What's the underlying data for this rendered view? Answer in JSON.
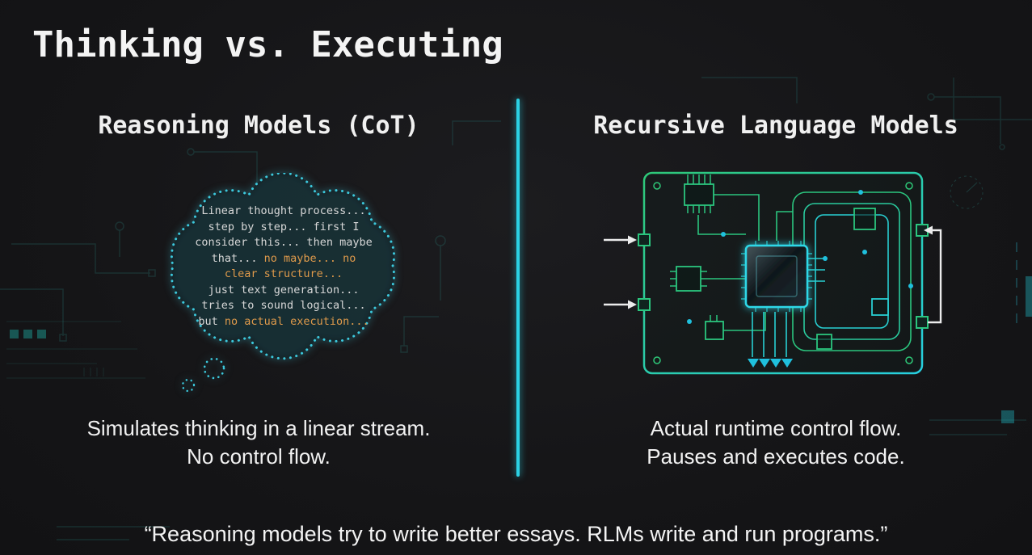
{
  "slide": {
    "title": "Thinking vs. Executing",
    "left": {
      "heading": "Reasoning Models (CoT)",
      "cloud": {
        "l1": "Linear thought process...",
        "l2": "step by step... first I",
        "l3": "consider this... then maybe",
        "l4a": "that... ",
        "l4b": "no maybe... no",
        "l5": "clear structure...",
        "l6": "just text generation...",
        "l7": "tries to sound logical...",
        "l8a": "but ",
        "l8b": "no actual execution..."
      },
      "caption_line1": "Simulates thinking in a linear stream.",
      "caption_line2": "No control flow."
    },
    "right": {
      "heading": "Recursive Language Models",
      "caption_line1": "Actual runtime control flow.",
      "caption_line2": "Pauses and executes code."
    },
    "quote": "“Reasoning models try to write better essays. RLMs write and run programs.”"
  },
  "colors": {
    "background": "#151517",
    "divider_cyan": "#2bd1e4",
    "cloud_border_cyan": "#3cc9dd",
    "cloud_text_gray": "#d8d8d8",
    "accent_orange": "#df9a4b",
    "circuit_green": "#2bc57e",
    "circuit_cyan": "#28cfd2",
    "arrow_white": "#ececec"
  }
}
